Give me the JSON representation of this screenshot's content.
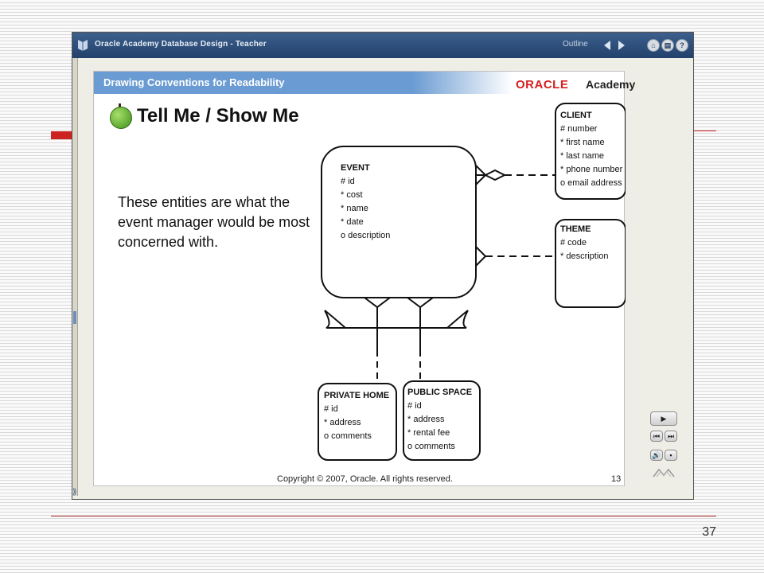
{
  "window": {
    "title": "Oracle Academy Database Design - Teacher",
    "outline_label": "Outline",
    "home_icon": "home-icon",
    "glossary_icon": "glossary-icon",
    "help_icon": "help-icon"
  },
  "slide": {
    "header_title": "Drawing Conventions for Readability",
    "logo_oracle": "ORACLE",
    "logo_academy": "Academy",
    "heading": "Tell Me / Show Me",
    "body_text": "These entities are what the event manager would be most concerned with.",
    "copyright": "Copyright © 2007, Oracle.  All rights reserved.",
    "slide_number": "13"
  },
  "diagram": {
    "event": {
      "title": "EVENT",
      "attributes": [
        "# id",
        "* cost",
        "* name",
        "* date",
        "o description"
      ]
    },
    "client": {
      "title": "CLIENT",
      "attributes": [
        "# number",
        "* first name",
        "* last name",
        "* phone number",
        "o email address"
      ]
    },
    "theme": {
      "title": "THEME",
      "attributes": [
        "# code",
        "* description"
      ]
    },
    "private_home": {
      "title": "PRIVATE HOME",
      "attributes": [
        "# id",
        "* address",
        "o comments"
      ]
    },
    "public_space": {
      "title": "PUBLIC SPACE",
      "attributes": [
        "# id",
        "* address",
        "* rental fee",
        "o comments"
      ]
    }
  },
  "controls": {
    "play_label": "▶",
    "first_label": "⏮",
    "last_label": "⏭",
    "audio_label": "🔊",
    "cc_label": "▪"
  },
  "page_number": "37"
}
